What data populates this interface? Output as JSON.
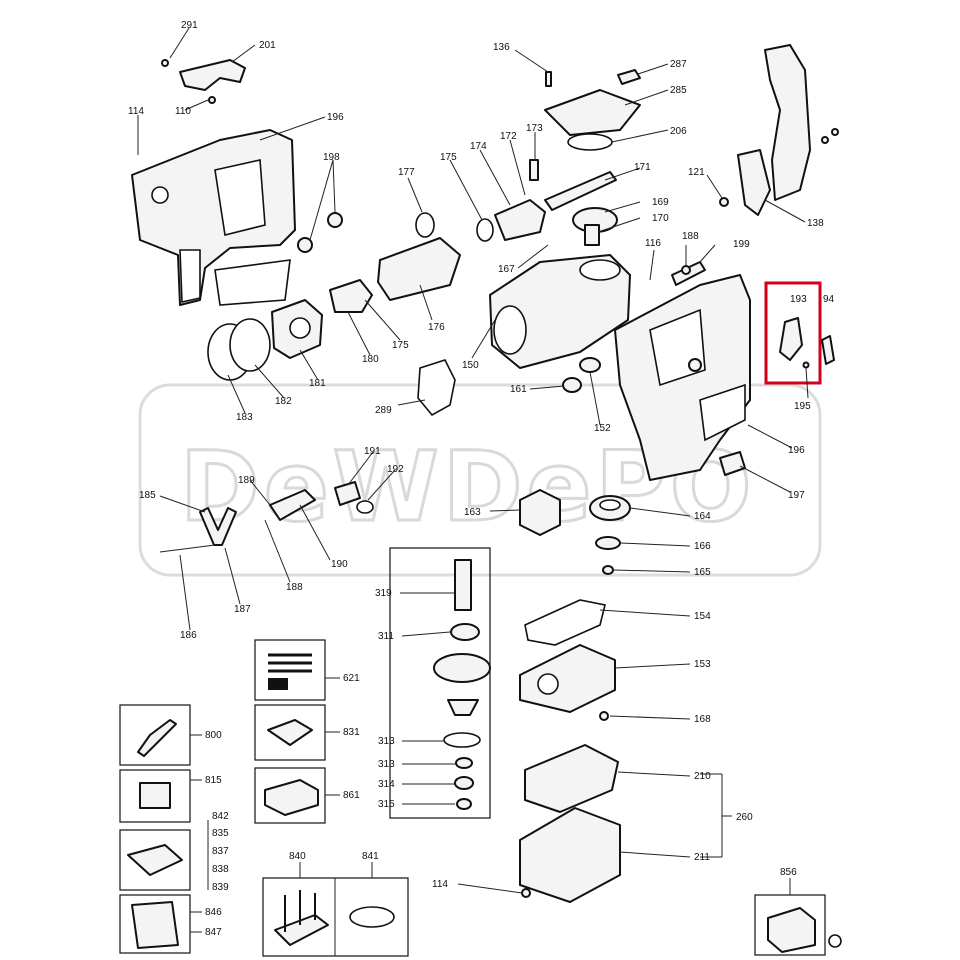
{
  "watermark": "DeWDePO",
  "highlight_color": "#d0021b",
  "labels": {
    "l291": "291",
    "l201": "201",
    "l110": "110",
    "l114a": "114",
    "l196a": "196",
    "l198": "198",
    "l136": "136",
    "l287": "287",
    "l285": "285",
    "l206": "206",
    "l177": "177",
    "l175a": "175",
    "l174": "174",
    "l172": "172",
    "l173": "173",
    "l171": "171",
    "l121": "121",
    "l138": "138",
    "l169": "169",
    "l170": "170",
    "l116": "116",
    "l188": "188",
    "l199": "199",
    "l167": "167",
    "l176": "176",
    "l175b": "175",
    "l180": "180",
    "l181": "181",
    "l182a": "182",
    "l183": "183",
    "l150": "150",
    "l289": "289",
    "l161": "161",
    "l152": "152",
    "l193": "193",
    "l94": "94",
    "l195": "195",
    "l196b": "196",
    "l197": "197",
    "l185": "185",
    "l189": "189",
    "l191": "191",
    "l192": "192",
    "l190": "190",
    "l187": "187",
    "l186": "186",
    "l188b": "188",
    "l163": "163",
    "l164": "164",
    "l166": "166",
    "l165": "165",
    "l319": "319",
    "l311": "311",
    "l313": "313",
    "l313b": "313",
    "l314": "314",
    "l315": "315",
    "l154": "154",
    "l153": "153",
    "l168": "168",
    "l210": "210",
    "l260": "260",
    "l211": "211",
    "l621": "621",
    "l831": "831",
    "l861": "861",
    "l800": "800",
    "l815": "815",
    "l842": "842",
    "l835": "835",
    "l837": "837",
    "l838": "838",
    "l839": "839",
    "l840": "840",
    "l841": "841",
    "l846": "846",
    "l847": "847",
    "l114b": "114",
    "l856": "856"
  }
}
